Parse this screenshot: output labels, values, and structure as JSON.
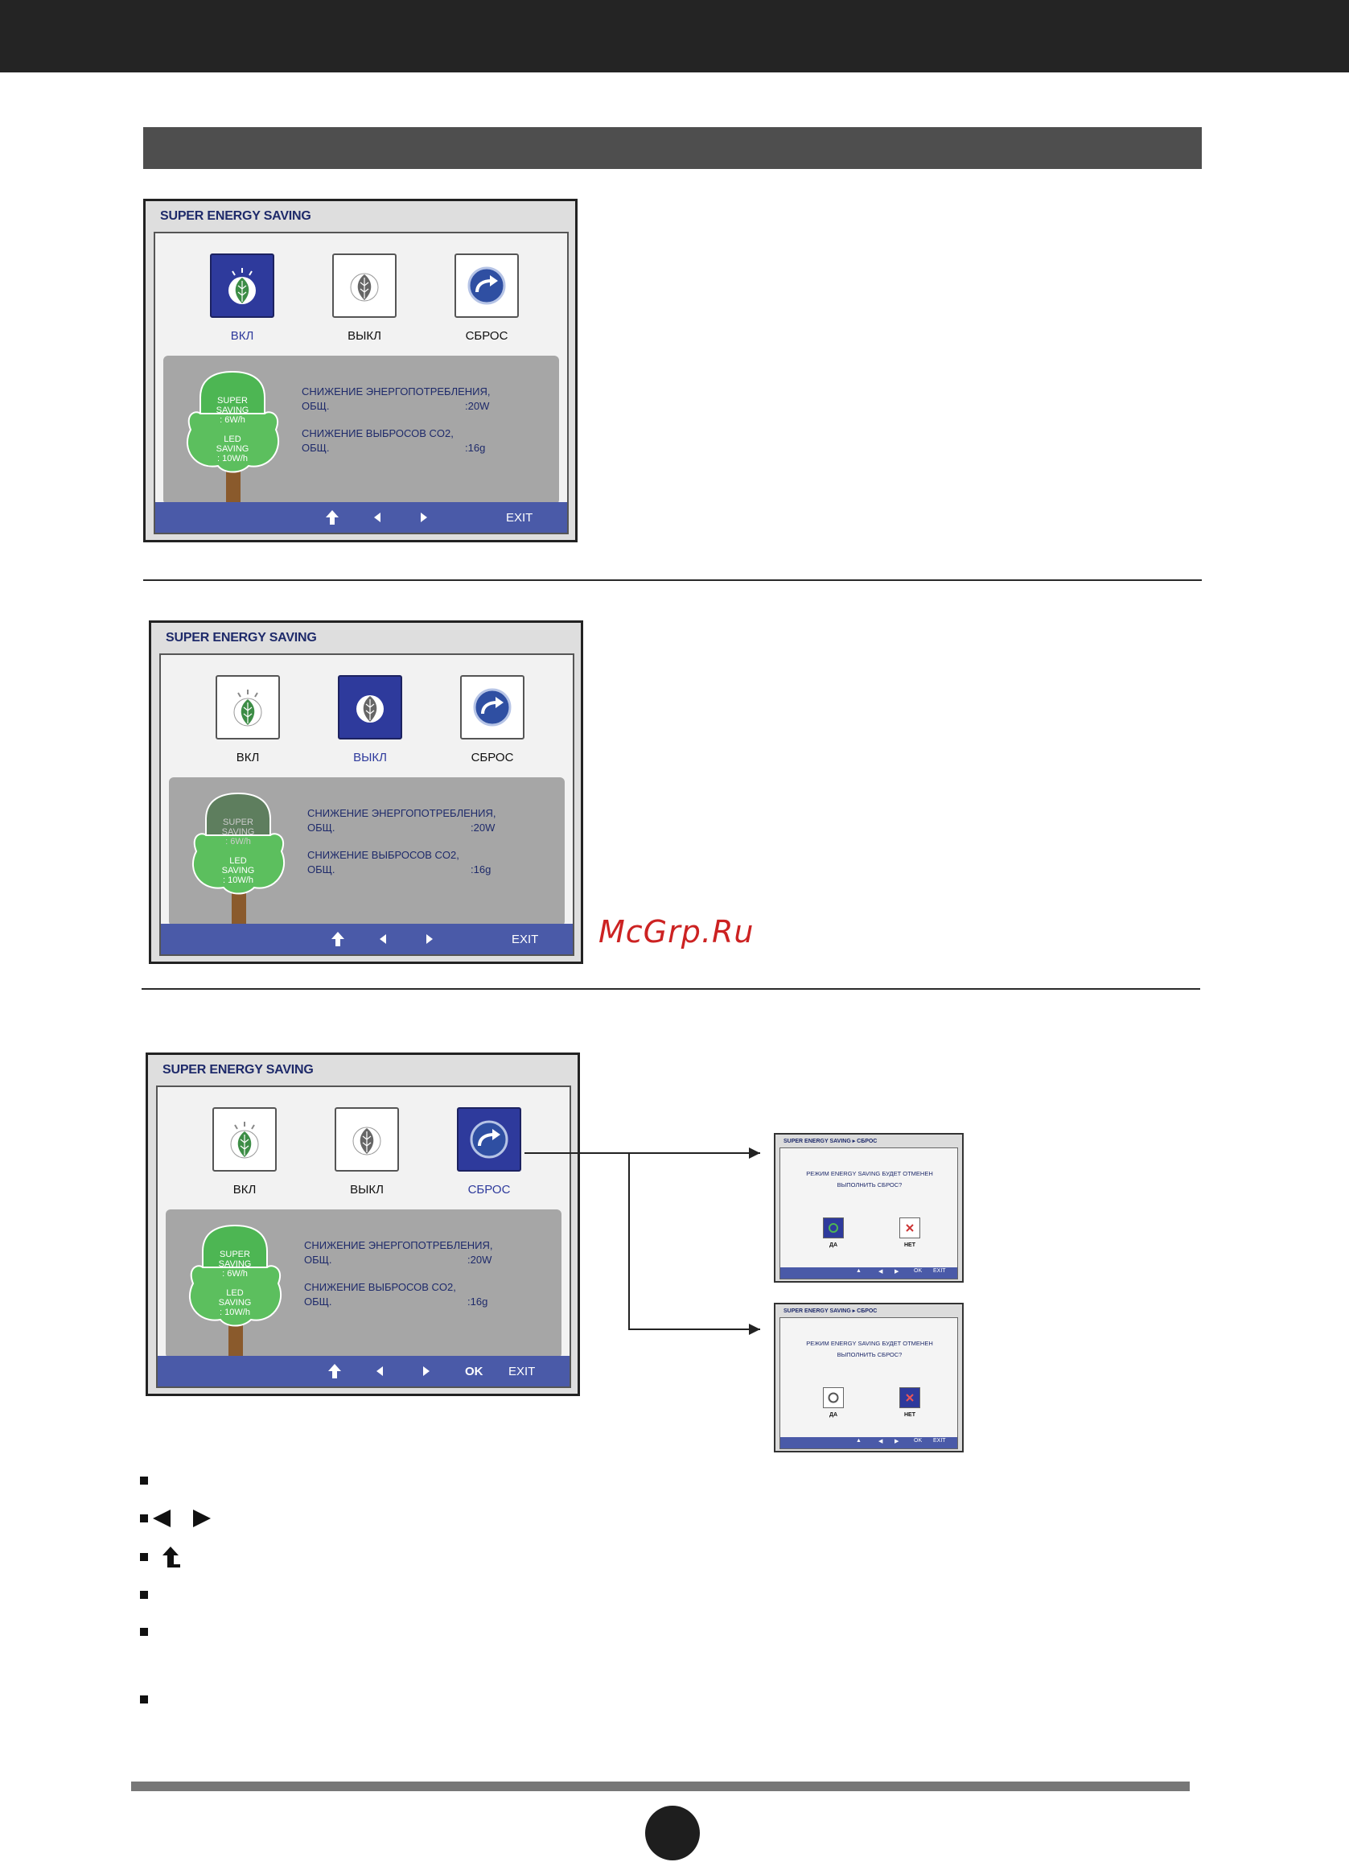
{
  "osd": {
    "title": "SUPER ENERGY SAVING",
    "options": [
      "ВКЛ",
      "ВЫКЛ",
      "СБРОС"
    ],
    "tree": {
      "super": [
        "SUPER",
        "SAVING",
        ": 6W/h"
      ],
      "led": [
        "LED",
        "SAVING",
        ": 10W/h"
      ]
    },
    "info": {
      "energy_title": "СНИЖЕНИЕ ЭНЕРГОПОТРЕБЛЕНИЯ,",
      "energy_total_label": "ОБЩ.",
      "energy_total_value": ":20W",
      "co2_title": "СНИЖЕНИЕ ВЫБРОСОВ CO2,",
      "co2_total_label": "ОБЩ.",
      "co2_total_value": ":16g"
    },
    "nav": {
      "ok": "OK",
      "exit": "EXIT"
    },
    "panels": [
      {
        "active_option": "ВКЛ"
      },
      {
        "active_option": "ВЫКЛ"
      },
      {
        "active_option": "СБРОС"
      }
    ]
  },
  "dialog": {
    "title": "SUPER ENERGY SAVING ▸ СБРОС",
    "message_line1": "РЕЖИМ ENERGY SAVING БУДЕТ ОТМЕНЕН",
    "message_line2": "ВЫПОЛНИТЬ СБРОС?",
    "yes_label": "ДА",
    "no_label": "НЕТ",
    "nav_ok": "OK",
    "nav_exit": "EXIT"
  },
  "watermark": "McGrp.Ru",
  "icons": {
    "leaf": "leaf-icon",
    "reset": "reset-arrow-icon",
    "up": "up-arrow-icon",
    "left": "left-arrow-icon",
    "right": "right-arrow-icon"
  },
  "colors": {
    "top_bar": "#242424",
    "section_bar": "#4e4e4e",
    "osd_nav": "#4a5aa8",
    "osd_active": "#2e3a9c",
    "tree_green": "#4db653",
    "watermark": "#cc2222"
  }
}
